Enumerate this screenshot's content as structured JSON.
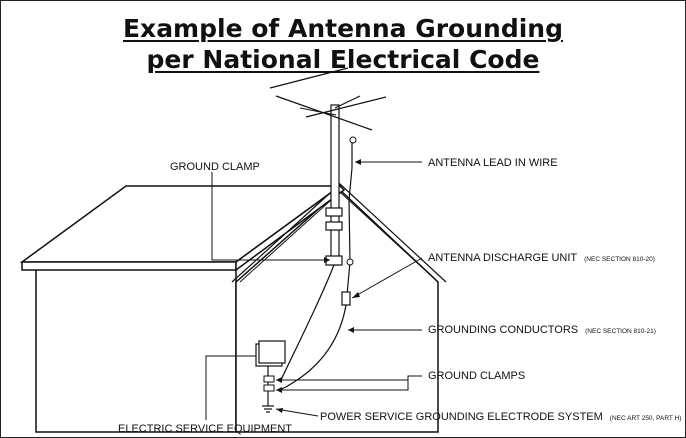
{
  "title": {
    "line1": "Example of Antenna Grounding",
    "line2": "per National Electrical Code"
  },
  "labels": {
    "ground_clamp": "GROUND CLAMP",
    "antenna_lead_in_wire": "ANTENNA LEAD IN WIRE",
    "antenna_discharge_unit": "ANTENNA DISCHARGE UNIT",
    "antenna_discharge_unit_ref": "(NEC SECTION 810-20)",
    "grounding_conductors": "GROUNDING CONDUCTORS",
    "grounding_conductors_ref": "(NEC SECTION 810-21)",
    "ground_clamps": "GROUND CLAMPS",
    "electric_service_equipment": "ELECTRIC SERVICE EQUIPMENT",
    "power_service_grounding": "POWER SERVICE GROUNDING ELECTRODE SYSTEM",
    "power_service_grounding_ref": "(NEC ART 250, PART H)"
  }
}
